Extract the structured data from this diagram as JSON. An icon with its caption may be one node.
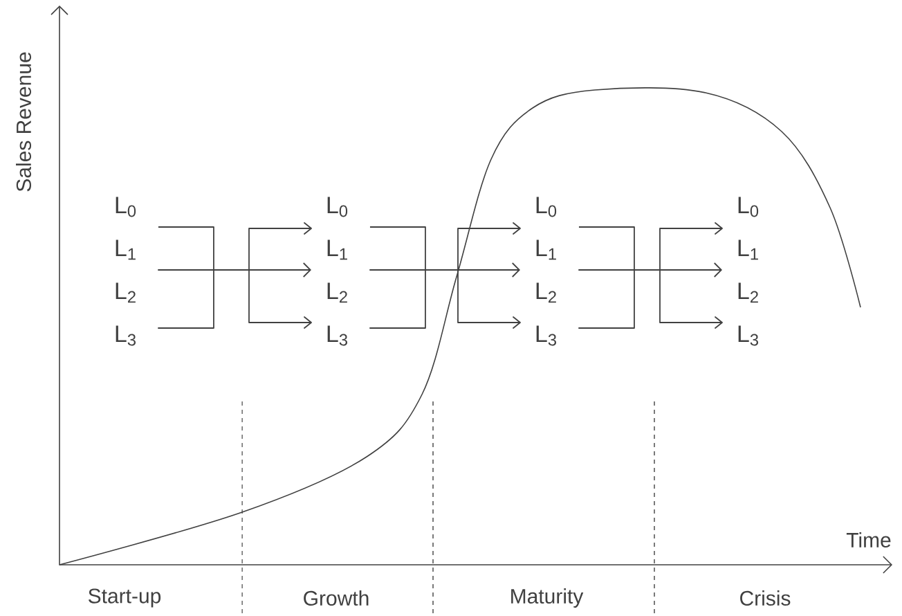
{
  "diagram": {
    "nodes": [
      {
        "text": [
          "L$_{0}$",
          "L$_{1}$",
          "L$_{2}$",
          "L$_{3}$"
        ]
      },
      {
        "text": [
          "L$_{0}$",
          "L$_{1}$",
          "L$_{2}$",
          "L$_{3}$"
        ]
      },
      {
        "text": [
          "L$_{0}$",
          "L$_{1}$",
          "L$_{2}$",
          "L$_{3}$"
        ]
      },
      {
        "text": [
          "L$_{0}$",
          "L$_{1}$",
          "L$_{2}$",
          "L$_{3}$"
        ]
      }
    ],
    "edges": [
      {
        "from": 0,
        "to": 1,
        "arrow": "to"
      },
      {
        "from": 1,
        "to": 2,
        "arrow": "to"
      },
      {
        "from": 2,
        "to": 3,
        "arrow": "to"
      }
    ],
    "labels": [
      "Sales Revenue",
      "Time",
      "Start-up",
      "Growth",
      "Maturity",
      "Crisis"
    ]
  }
}
